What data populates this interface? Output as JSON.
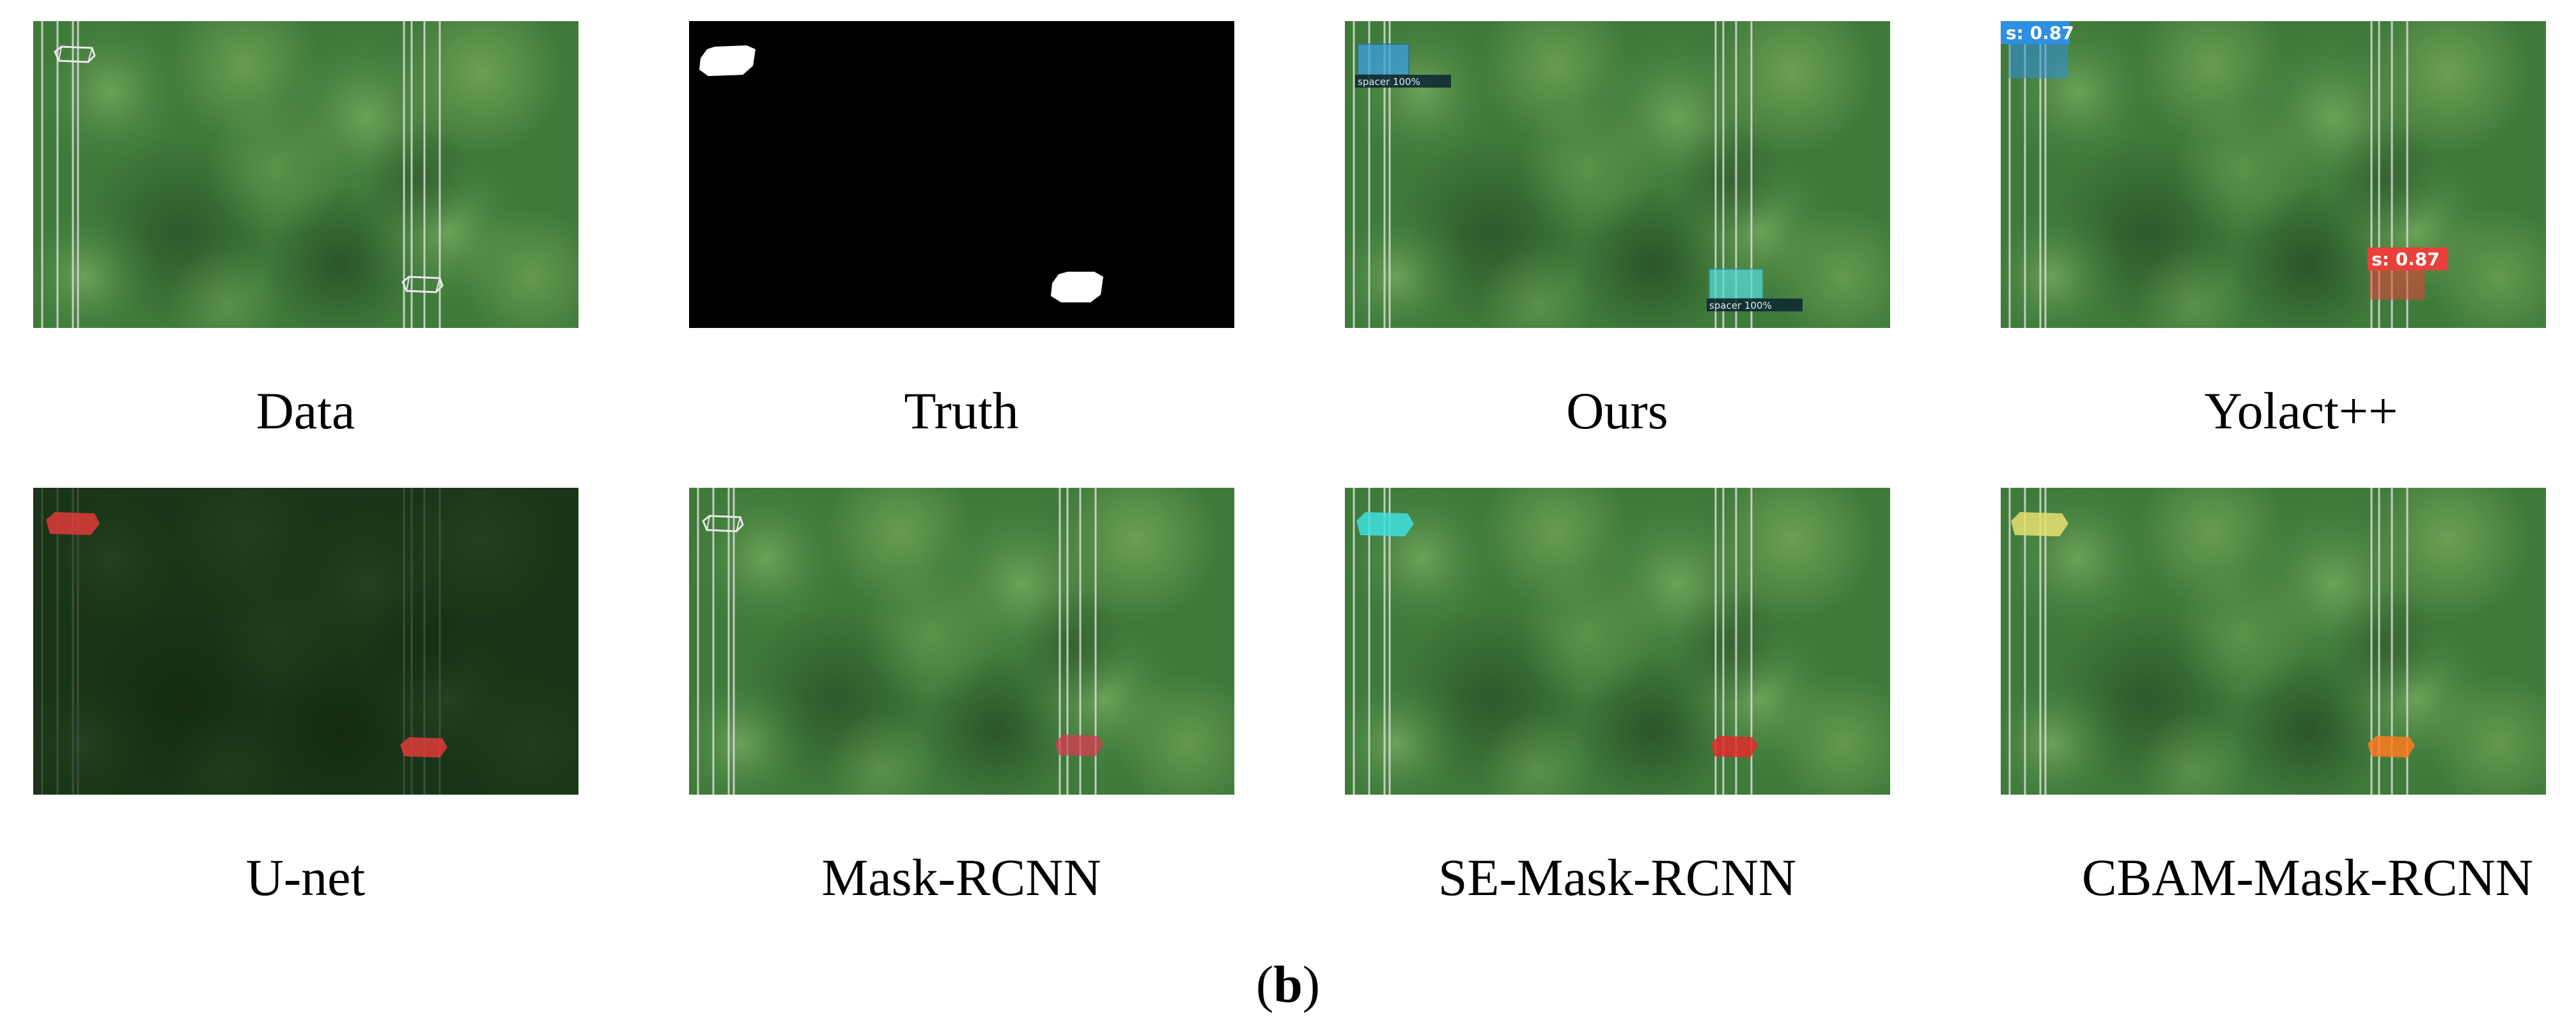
{
  "panels": [
    {
      "caption": "Data"
    },
    {
      "caption": "Truth"
    },
    {
      "caption": "Ours",
      "detections": [
        "spacer 100%",
        "spacer 100%"
      ]
    },
    {
      "caption": "Yolact++",
      "detections": [
        "s: 0.87",
        "s: 0.87"
      ]
    },
    {
      "caption": "U-net"
    },
    {
      "caption": "Mask-RCNN"
    },
    {
      "caption": "SE-Mask-RCNN"
    },
    {
      "caption": "CBAM-Mask-RCNN"
    }
  ],
  "figure_label": "b",
  "colors": {
    "background": "#ffffff",
    "foliage": "#3f7a3a",
    "ours_mask": "#3aa0e0",
    "ours_mask_2": "#56d8d8",
    "yolact_blue": "#2f8fe0",
    "yolact_red": "#e8403a",
    "unet_red": "#e03a3a",
    "maskrcnn_red": "#d83a50",
    "se_cyan": "#3ee0e0",
    "se_red": "#e02a2a",
    "cbam_yellow": "#e8e070",
    "cbam_orange": "#ff7a20"
  }
}
